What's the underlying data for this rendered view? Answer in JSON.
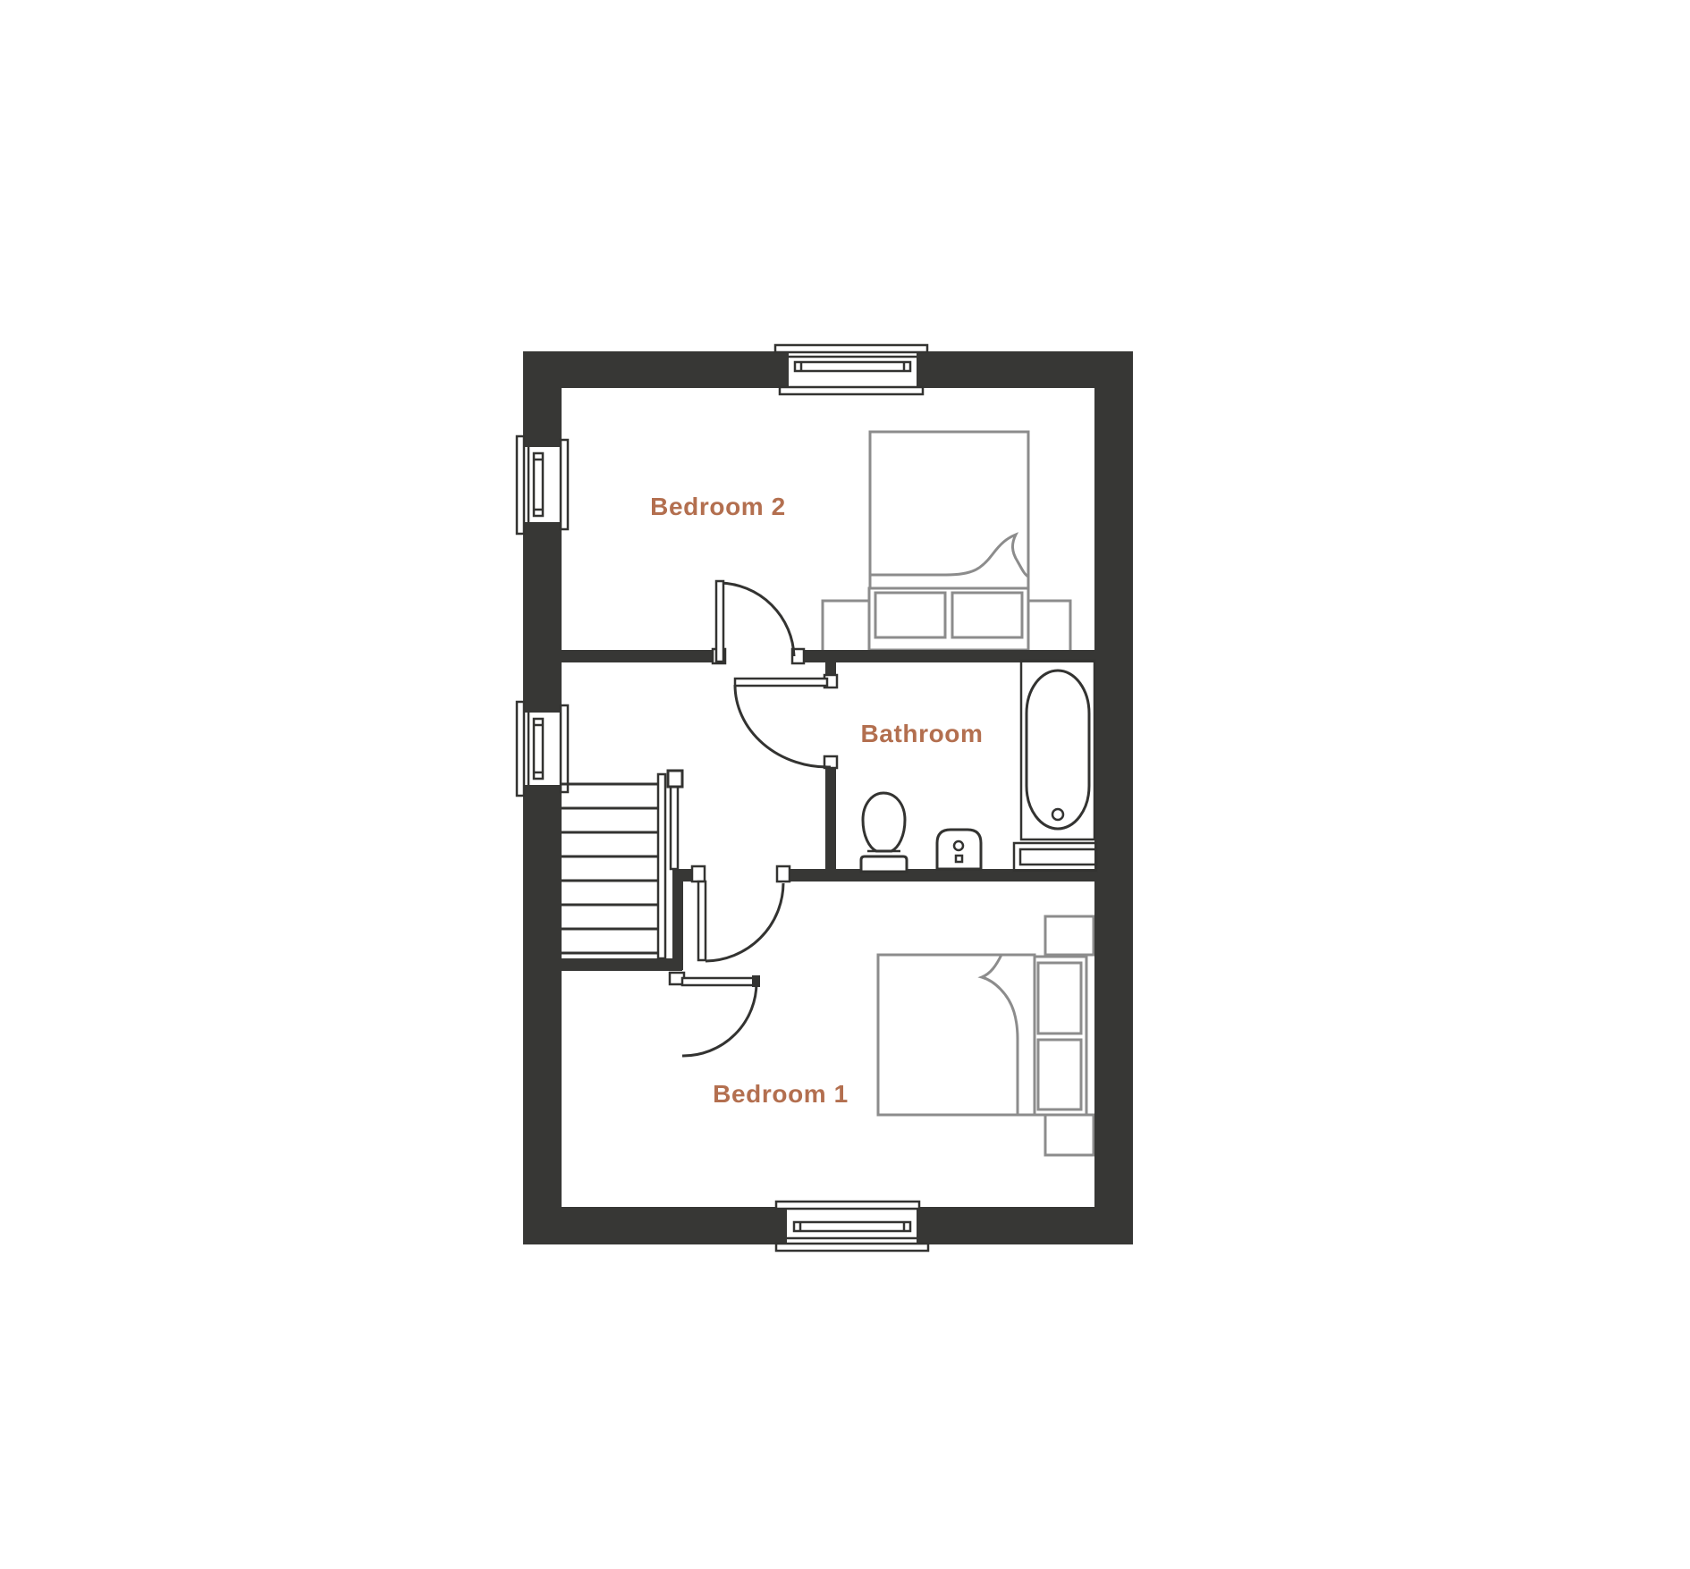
{
  "page": {
    "background": "#ffffff",
    "type": "floor-plan"
  },
  "colors": {
    "wall": "#373735",
    "line": "#333331",
    "furniture": "#8c8c8c",
    "label": "#b36f4f"
  },
  "rooms": [
    {
      "id": "bedroom-2",
      "label": "Bedroom 2"
    },
    {
      "id": "bathroom",
      "label": "Bathroom"
    },
    {
      "id": "bedroom-1",
      "label": "Bedroom 1"
    }
  ],
  "fixtures": [
    "double-bed-icon-bedroom-2",
    "double-bed-icon-bedroom-1",
    "bedside-table-icon",
    "bath-icon",
    "toilet-icon",
    "basin-icon",
    "stairs-icon",
    "window-icon-top",
    "window-icon-left-upper",
    "window-icon-left-lower",
    "window-icon-bottom",
    "door-icon-bedroom-2",
    "door-icon-bathroom",
    "door-icon-bedroom-1",
    "door-icon-stair-cupboard"
  ]
}
